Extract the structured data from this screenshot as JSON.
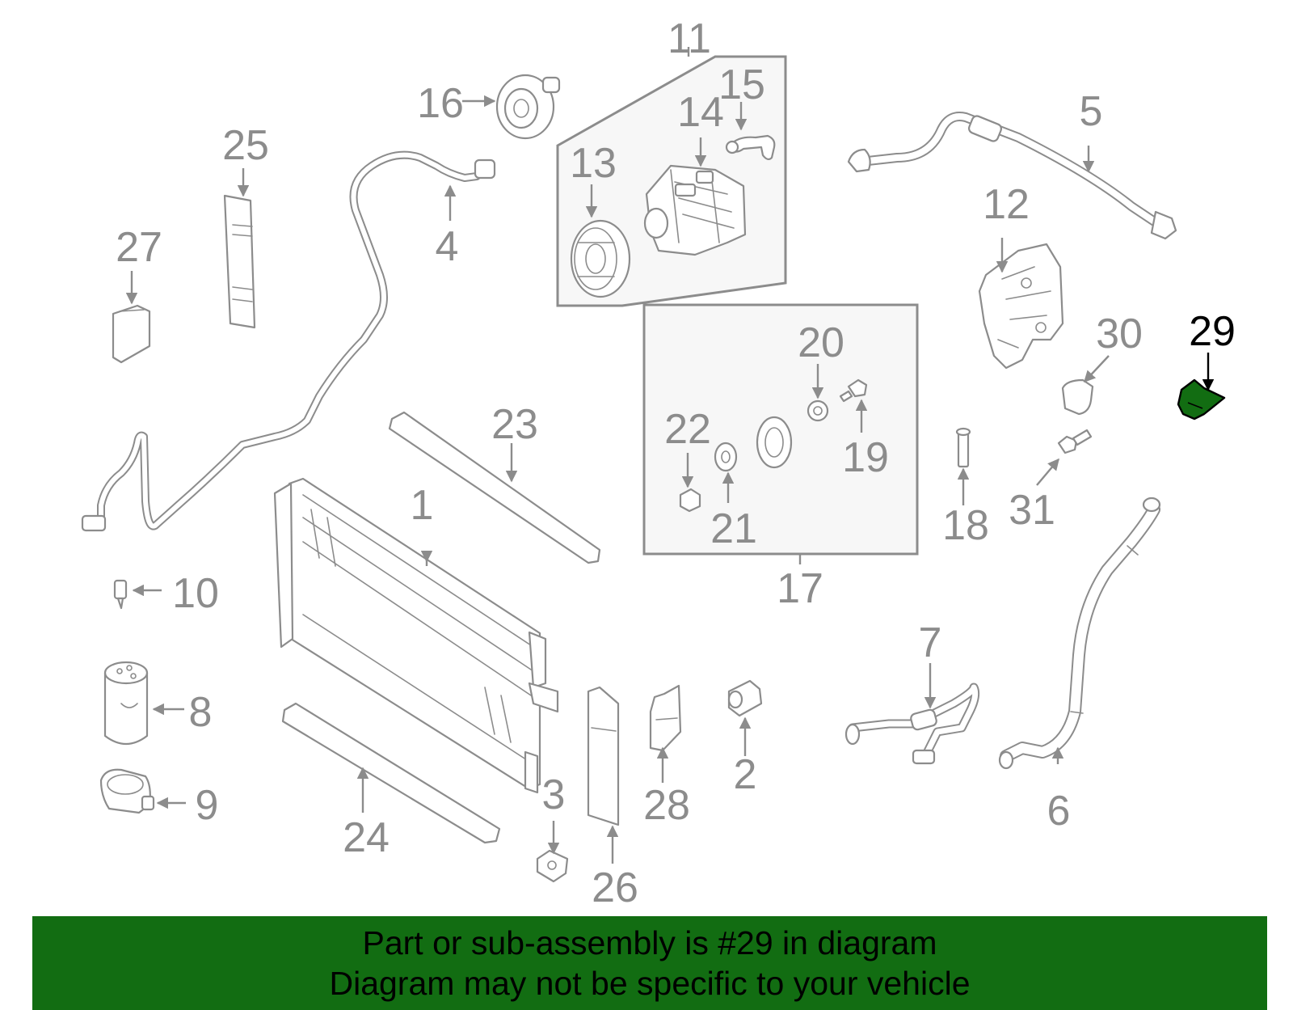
{
  "diagram": {
    "highlighted_part": "29",
    "callouts": [
      "1",
      "2",
      "3",
      "4",
      "5",
      "6",
      "7",
      "8",
      "9",
      "10",
      "11",
      "12",
      "13",
      "14",
      "15",
      "16",
      "17",
      "18",
      "19",
      "20",
      "21",
      "22",
      "23",
      "24",
      "25",
      "26",
      "27",
      "28",
      "29",
      "30",
      "31"
    ],
    "colors": {
      "line": "#8c8c8c",
      "highlight": "#126d12",
      "banner": "#126d12",
      "group_box": "#f7f7f7"
    }
  },
  "banner": {
    "line1": "Part or sub-assembly is #29 in diagram",
    "line2": "Diagram may not be specific to your vehicle"
  }
}
